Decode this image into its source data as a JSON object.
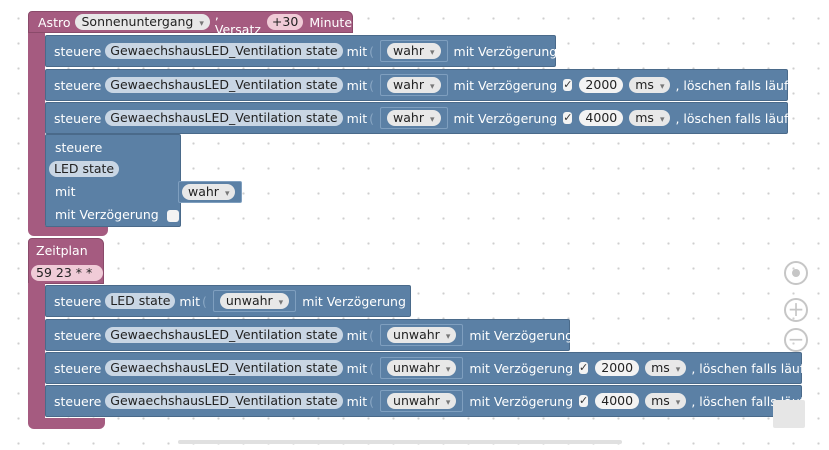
{
  "keywords": {
    "steuere": "steuere",
    "mit": "mit",
    "mit_verzoegerung": "mit Verzögerung",
    "ms": "ms",
    "loeschen": ", löschen falls läuft"
  },
  "astro_block": {
    "label": "Astro",
    "event": "Sonnenuntergang",
    "offset_label": ", Versatz",
    "offset_value": "+30",
    "unit": "Minuten"
  },
  "astro_rows": [
    {
      "target": "GewaechshausLED_Ventilation state",
      "value": "wahr",
      "delay": false
    },
    {
      "target": "GewaechshausLED_Ventilation state",
      "value": "wahr",
      "delay": true,
      "delay_ms": "2000",
      "clear": false
    },
    {
      "target": "GewaechshausLED_Ventilation state",
      "value": "wahr",
      "delay": true,
      "delay_ms": "4000",
      "clear": false
    }
  ],
  "astro_vertical": {
    "target": "LED state",
    "value": "wahr",
    "delay": false
  },
  "schedule_block": {
    "label": "Zeitplan",
    "cron": "59 23 * * *"
  },
  "schedule_rows": [
    {
      "target": "LED state",
      "value": "unwahr",
      "delay": false
    },
    {
      "target": "GewaechshausLED_Ventilation state",
      "value": "unwahr",
      "delay": false
    },
    {
      "target": "GewaechshausLED_Ventilation state",
      "value": "unwahr",
      "delay": true,
      "delay_ms": "2000",
      "clear": false
    },
    {
      "target": "GewaechshausLED_Ventilation state",
      "value": "unwahr",
      "delay": true,
      "delay_ms": "4000",
      "clear": false
    }
  ]
}
